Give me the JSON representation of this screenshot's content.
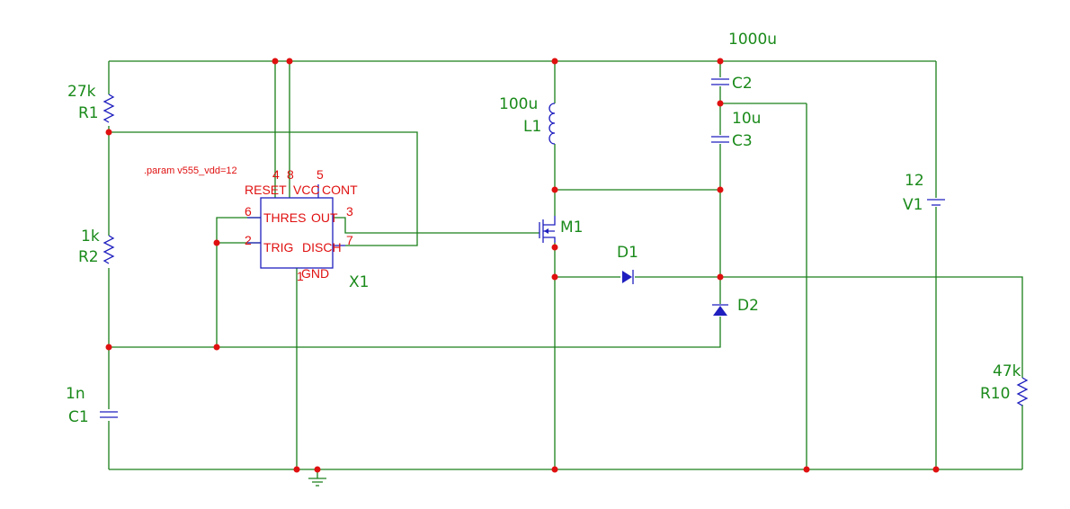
{
  "directive": ".param v555_vdd=12",
  "components": {
    "R1": {
      "name": "R1",
      "value": "27k"
    },
    "R2": {
      "name": "R2",
      "value": "1k"
    },
    "C1": {
      "name": "C1",
      "value": "1n"
    },
    "C2": {
      "name": "C2",
      "value": "1000u"
    },
    "C3": {
      "name": "C3",
      "value": "10u"
    },
    "L1": {
      "name": "L1",
      "value": "100u"
    },
    "M1": {
      "name": "M1"
    },
    "D1": {
      "name": "D1"
    },
    "D2": {
      "name": "D2"
    },
    "V1": {
      "name": "V1",
      "value": "12"
    },
    "R10": {
      "name": "R10",
      "value": "47k"
    },
    "X1": {
      "name": "X1"
    }
  },
  "ic555": {
    "pins": {
      "reset": "RESET",
      "vcc": "VCC",
      "cont": "CONT",
      "thres": "THRES",
      "out": "OUT",
      "trig": "TRIG",
      "disch": "DISCH",
      "gnd": "GND"
    },
    "pin_numbers": {
      "reset": "4",
      "vcc": "8",
      "cont": "5",
      "thres": "6",
      "out": "3",
      "trig": "2",
      "disch": "7",
      "gnd": "1"
    }
  },
  "colors": {
    "wire": "#1a7f1a",
    "component": "#1f1fbf",
    "node": "#e01010",
    "label": "#1a8a1a"
  }
}
